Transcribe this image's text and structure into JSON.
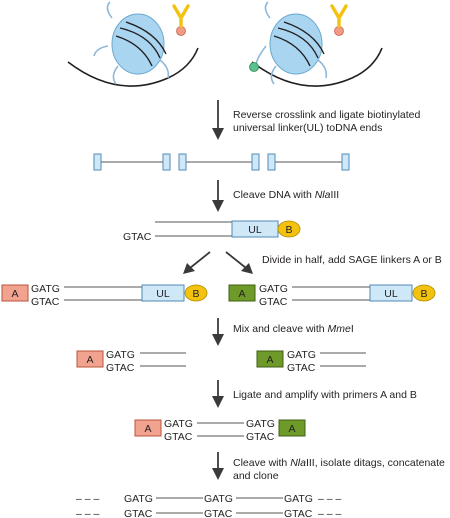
{
  "steps": [
    {
      "line1": "Reverse crosslink and ligate biotinylated",
      "line2": "universal linker(UL) toDNA ends"
    },
    {
      "prefix": "Cleave DNA with ",
      "enzyme": "Nla",
      "suffix": "III"
    },
    {
      "line1": "Divide in half, add SAGE linkers A or B"
    },
    {
      "prefix": "Mix and cleave with ",
      "enzyme": "Mme",
      "suffix": "I"
    },
    {
      "line1": "Ligate and amplify with primers A and B"
    },
    {
      "prefix": "Cleave with ",
      "enzyme": "Nla",
      "suffix": "III, isolate ditags, concatenate",
      "line2": "and clone"
    }
  ],
  "labels": {
    "ul": "UL",
    "biotin": "B",
    "linker_a": "A",
    "linker_b": "A"
  },
  "seq": {
    "gtac": "GTAC",
    "gatg": "GATG",
    "dashes": "– – –"
  },
  "colors": {
    "nucleosome": "#a9d5f0",
    "ul_box": "#cfe8f8",
    "biotin": "#f2c20e",
    "linker_a": "#f2a390",
    "linker_b": "#6e9a2a",
    "antibody": "#f2c20e",
    "mark_red": "#f29a86",
    "mark_green": "#5cc08a"
  }
}
